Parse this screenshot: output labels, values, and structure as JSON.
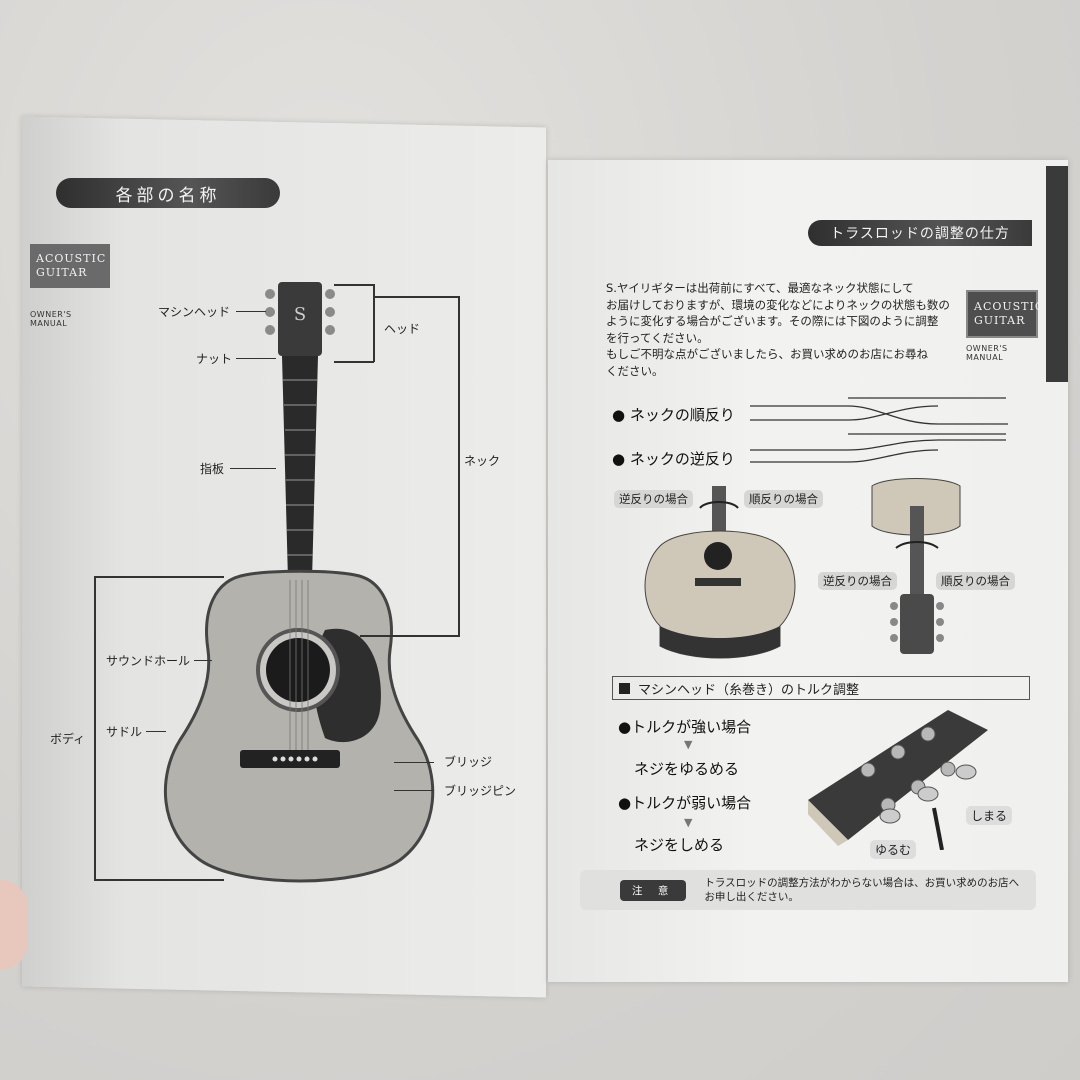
{
  "left_page": {
    "title": "各部の名称",
    "brand": {
      "line1": "ACOUSTIC",
      "line2": "GUITAR",
      "sub": "OWNER'S MANUAL"
    },
    "labels": {
      "machine_head": "マシンヘッド",
      "nut": "ナット",
      "fingerboard": "指板",
      "soundhole": "サウンドホール",
      "saddle": "サドル",
      "body": "ボディ",
      "head": "ヘッド",
      "neck": "ネック",
      "bridge": "ブリッジ",
      "bridge_pin": "ブリッジピン"
    }
  },
  "right_page": {
    "title": "トラスロッドの調整の仕方",
    "brand": {
      "line1": "ACOUSTIC",
      "line2": "GUITAR",
      "sub": "OWNER'S MANUAL"
    },
    "intro": [
      "S.ヤイリギターは出荷前にすべて、最適なネック状態にして",
      "お届けしておりますが、環境の変化などによりネックの状態も数の",
      "ように変化する場合がございます。その際には下図のように調整",
      "を行ってください。",
      "もしご不明な点がございましたら、お買い求めのお店にお尋ね",
      "ください。"
    ],
    "neck_forward": "● ネックの順反り",
    "neck_reverse": "● ネックの逆反り",
    "pills": {
      "reverse_case": "逆反りの場合",
      "forward_case": "順反りの場合"
    },
    "machine_section": "マシンヘッド（糸巻き）のトルク調整",
    "strong": "●トルクが強い場合",
    "loosen": "ネジをゆるめる",
    "weak": "●トルクが弱い場合",
    "tighten": "ネジをしめる",
    "arrow": "▼",
    "shimaru": "しまる",
    "yurumu": "ゆるむ",
    "note_tag": "注 意",
    "note_text_1": "トラスロッドの調整方法がわからない場合は、お買い求めのお店へ",
    "note_text_2": "お申し出ください。"
  },
  "colors": {
    "ink": "#222222",
    "bar": "#3a3a3a",
    "pill": "#d6d6d4"
  }
}
